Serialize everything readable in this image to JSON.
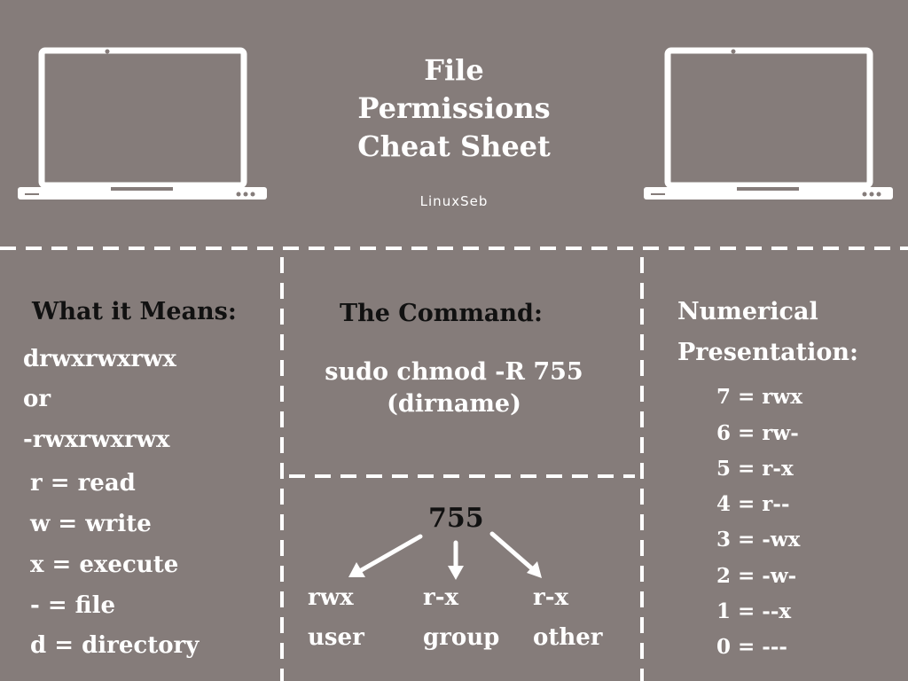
{
  "header": {
    "title_lines": [
      "File",
      "Permissions",
      "Cheat Sheet"
    ],
    "brand": "LinuxSeb"
  },
  "meaning": {
    "heading": "What it Means:",
    "lines": [
      "drwxrwxrwx",
      "or",
      "-rwxrwxrwx",
      "r = read",
      "w = write",
      "x = execute",
      "- = file",
      "d = directory"
    ]
  },
  "command": {
    "heading": "The Command:",
    "line1": "sudo chmod -R 755",
    "line2": "(dirname)"
  },
  "breakdown": {
    "mode": "755",
    "items": [
      {
        "perm": "rwx",
        "who": "user"
      },
      {
        "perm": "r-x",
        "who": "group"
      },
      {
        "perm": "r-x",
        "who": "other"
      }
    ]
  },
  "numerical": {
    "heading_line1": "Numerical",
    "heading_line2": "Presentation:",
    "rows": [
      "7 = rwx",
      "6 = rw-",
      "5 = r-x",
      "4 = r--",
      "3 = -wx",
      "2 = -w-",
      "1 = --x",
      "0 = ---"
    ]
  },
  "icons": [
    "laptop-icon",
    "arrow-icon"
  ],
  "colors": {
    "background": "#857c7a",
    "foreground": "#ffffff",
    "heading_dark": "#111111"
  }
}
